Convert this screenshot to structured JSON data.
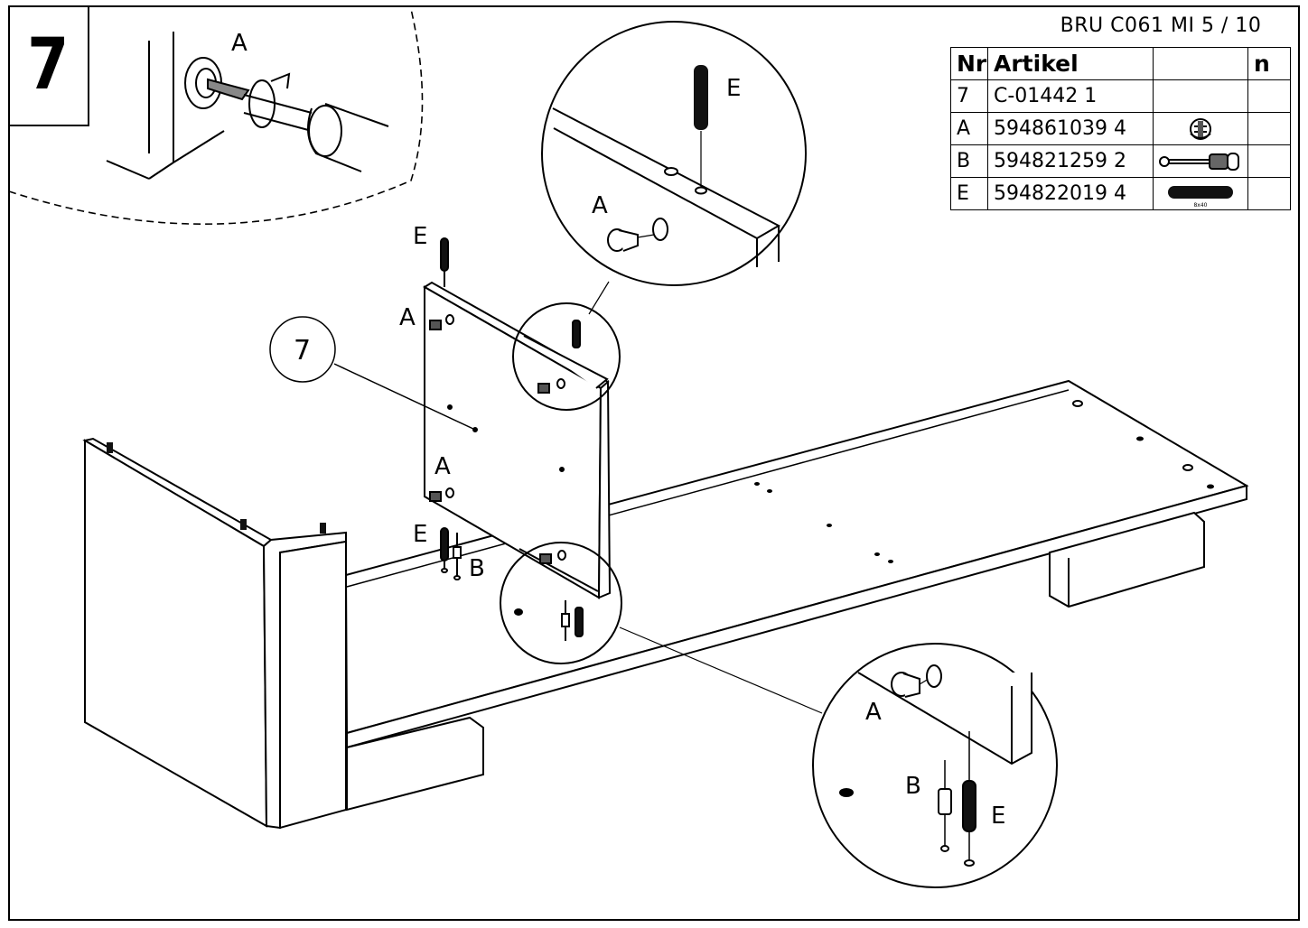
{
  "step": "7",
  "doc_code": "BRU C061 MI  5 / 10",
  "table": {
    "headers": {
      "nr": "Nr",
      "artikel": "Artikel",
      "n": "n"
    },
    "rows": [
      {
        "nr": "7",
        "code": "C-01442",
        "qty": "1",
        "icon": "panel"
      },
      {
        "nr": "A",
        "code": "594861039",
        "qty": "4",
        "icon": "cam-lock-icon"
      },
      {
        "nr": "B",
        "code": "594821259",
        "qty": "2",
        "icon": "cam-bolt-icon"
      },
      {
        "nr": "E",
        "code": "594822019",
        "qty": "4",
        "icon": "wooden-dowel-icon"
      }
    ],
    "dowel_caption": "8x40"
  },
  "labels": {
    "cam": "A",
    "bolt": "B",
    "dowel": "E",
    "part_number": "7"
  }
}
